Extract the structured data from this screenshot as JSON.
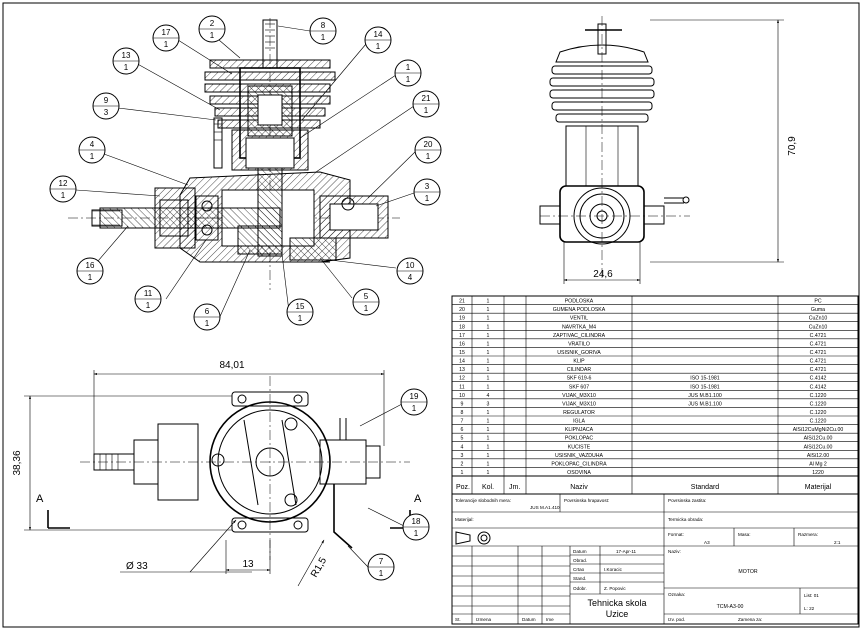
{
  "balloons": [
    {
      "id": "b2",
      "num": "2",
      "qty": "1"
    },
    {
      "id": "b17",
      "num": "17",
      "qty": "1"
    },
    {
      "id": "b8",
      "num": "8",
      "qty": "1"
    },
    {
      "id": "b13",
      "num": "13",
      "qty": "1"
    },
    {
      "id": "b14",
      "num": "14",
      "qty": "1"
    },
    {
      "id": "b1",
      "num": "1",
      "qty": "1"
    },
    {
      "id": "b9",
      "num": "9",
      "qty": "3"
    },
    {
      "id": "b21",
      "num": "21",
      "qty": "1"
    },
    {
      "id": "b4",
      "num": "4",
      "qty": "1"
    },
    {
      "id": "b20",
      "num": "20",
      "qty": "1"
    },
    {
      "id": "b12",
      "num": "12",
      "qty": "1"
    },
    {
      "id": "b3",
      "num": "3",
      "qty": "1"
    },
    {
      "id": "b16",
      "num": "16",
      "qty": "1"
    },
    {
      "id": "b10",
      "num": "10",
      "qty": "4"
    },
    {
      "id": "b11",
      "num": "11",
      "qty": "1"
    },
    {
      "id": "b5",
      "num": "5",
      "qty": "1"
    },
    {
      "id": "b6",
      "num": "6",
      "qty": "1"
    },
    {
      "id": "b15",
      "num": "15",
      "qty": "1"
    },
    {
      "id": "b19",
      "num": "19",
      "qty": "1"
    },
    {
      "id": "b18",
      "num": "18",
      "qty": "1"
    },
    {
      "id": "b7",
      "num": "7",
      "qty": "1"
    }
  ],
  "dimensions": {
    "height_side": "70,9",
    "width_side": "24,6",
    "length_bottom": "84,01",
    "height_bottom": "38,36",
    "diameter": "Ø 33",
    "offset": "13",
    "radius": "R1,5",
    "section_label": "A"
  },
  "bom": {
    "headers": {
      "pos": "Poz.",
      "qty": "Kol.",
      "unit": "Jm.",
      "name": "Naziv",
      "standard": "Standard",
      "material": "Materijal"
    },
    "rows": [
      {
        "pos": "21",
        "qty": "1",
        "name": "PODLOSKA",
        "std": "",
        "mat": "PC"
      },
      {
        "pos": "20",
        "qty": "1",
        "name": "GUMENA PODLOSKA",
        "std": "",
        "mat": "Guma"
      },
      {
        "pos": "19",
        "qty": "1",
        "name": "VENTIL",
        "std": "",
        "mat": "CuZn10"
      },
      {
        "pos": "18",
        "qty": "1",
        "name": "NAVRTKA_M4",
        "std": "",
        "mat": "CuZn10"
      },
      {
        "pos": "17",
        "qty": "1",
        "name": "ZAPTIVAC_CILINDRA",
        "std": "",
        "mat": "C.4721"
      },
      {
        "pos": "16",
        "qty": "1",
        "name": "VRATILO",
        "std": "",
        "mat": "C.4721"
      },
      {
        "pos": "15",
        "qty": "1",
        "name": "USISNIK_GORIVA",
        "std": "",
        "mat": "C.4721"
      },
      {
        "pos": "14",
        "qty": "1",
        "name": "KLIP",
        "std": "",
        "mat": "C.4721"
      },
      {
        "pos": "13",
        "qty": "1",
        "name": "CILINDAR",
        "std": "",
        "mat": "C.4721"
      },
      {
        "pos": "12",
        "qty": "1",
        "name": "SKF 619-6",
        "std": "ISO 15-1981",
        "mat": "C.4142"
      },
      {
        "pos": "11",
        "qty": "1",
        "name": "SKF 607",
        "std": "ISO 15-1981",
        "mat": "C.4142"
      },
      {
        "pos": "10",
        "qty": "4",
        "name": "VIJAK_M3X10",
        "std": "JUS M.B1.100",
        "mat": "C.1220"
      },
      {
        "pos": "9",
        "qty": "3",
        "name": "VIJAK_M3X10",
        "std": "JUS M.B1.100",
        "mat": "C.1220"
      },
      {
        "pos": "8",
        "qty": "1",
        "name": "REGULATOR",
        "std": "",
        "mat": "C.1220"
      },
      {
        "pos": "7",
        "qty": "1",
        "name": "IGLA",
        "std": "",
        "mat": "C.1220"
      },
      {
        "pos": "6",
        "qty": "1",
        "name": "KLIPNJACA",
        "std": "",
        "mat": "AlSi12CuMgNi2Cu.00"
      },
      {
        "pos": "5",
        "qty": "1",
        "name": "POKLOPAC",
        "std": "",
        "mat": "AlSi12Cu.00"
      },
      {
        "pos": "4",
        "qty": "1",
        "name": "KUCISTE",
        "std": "",
        "mat": "AlSi12Cu.00"
      },
      {
        "pos": "3",
        "qty": "1",
        "name": "USISNIK_VAZDUHA",
        "std": "",
        "mat": "AlSi12.00"
      },
      {
        "pos": "2",
        "qty": "1",
        "name": "POKLOPAC_CILINDRA",
        "std": "",
        "mat": "Al Mg 2"
      },
      {
        "pos": "1",
        "qty": "1",
        "name": "OSOVINA",
        "std": "",
        "mat": "1220"
      }
    ]
  },
  "title_block": {
    "tolerance_label": "Tolerancije slobodnih mera:",
    "tolerance_value": "JUS M.A1.410",
    "surface_finish_label": "Povrsinska hrapavost:",
    "surface_protection_label": "Povrsinska zastita:",
    "material_label": "Materijal:",
    "heat_treatment_label": "Termicka obrada:",
    "format_label": "Format:",
    "format_value": "A3",
    "mass_label": "Masa:",
    "scale_label": "Razmera:",
    "scale_value": "2:1",
    "date_label": "Datum",
    "date_value": "17-Apr-11",
    "designed_label": "Obrad.",
    "drawn_label": "Crtao",
    "drawn_value": "I.Koracic",
    "standard_label": "Stand.",
    "approved_label": "Odobr.",
    "approved_value": "Z. Popovic",
    "name_label": "Naziv:",
    "name_value": "MOTOR",
    "school_line1": "Tehnicka skola",
    "school_line2": "Uzice",
    "code_label": "Oznaka:",
    "code_value": "TCM-A3-00",
    "sheet_label": "List: 01",
    "sheets_label": "L: 22",
    "state_label": "St.",
    "change_label": "Izmena",
    "date_col_label": "Datum",
    "name_col_label": "Ime",
    "origin_label": "Izv. pod.",
    "replaced_label": "Zamena za:"
  }
}
